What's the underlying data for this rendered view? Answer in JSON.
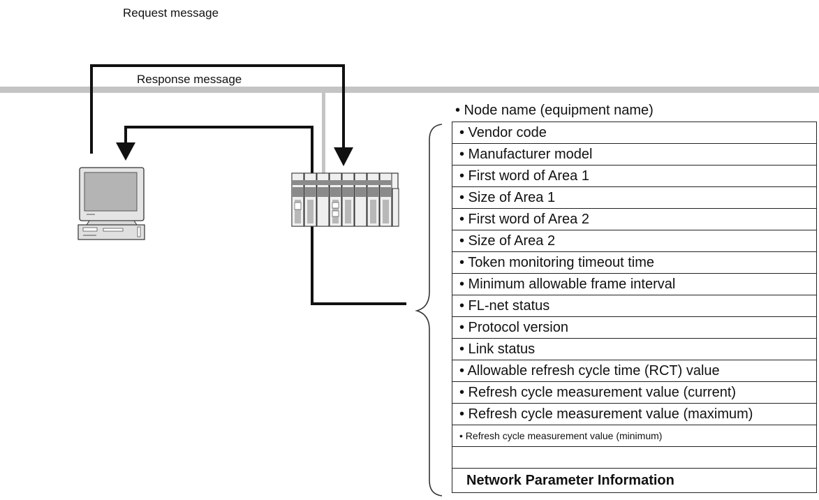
{
  "labels": {
    "request": "Request message",
    "response": "Response message"
  },
  "icons": {
    "computer": "desktop-computer-icon",
    "plc": "plc-rack-icon"
  },
  "parameters": {
    "node_name": "• Node name (equipment name)",
    "items": [
      "• Vendor code",
      "• Manufacturer model",
      "• First word of Area 1",
      "• Size of Area 1",
      "• First word of Area 2",
      "• Size of Area 2",
      "• Token monitoring timeout time",
      "• Minimum allowable frame interval",
      "• FL-net status",
      "• Protocol version",
      "• Link status",
      "• Allowable refresh cycle time (RCT) value",
      "• Refresh cycle measurement value (current)",
      "• Refresh cycle measurement value (maximum)",
      "• Refresh cycle measurement value (minimum)"
    ],
    "footer": "Network Parameter Information"
  },
  "colors": {
    "line": "#111111",
    "network_bus": "#c4c4c4",
    "device_gray": "#8a8a8a"
  }
}
